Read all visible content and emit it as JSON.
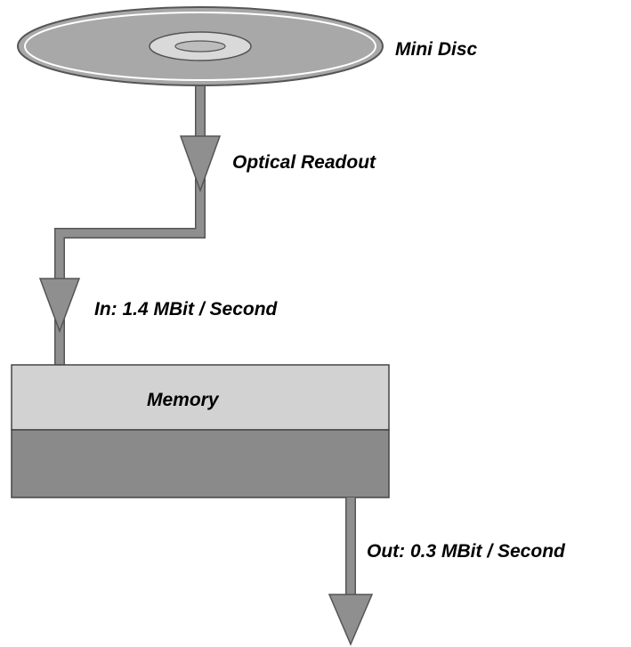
{
  "labels": {
    "disc": "Mini Disc",
    "readout": "Optical Readout",
    "input_rate": "In: 1.4 MBit / Second",
    "memory": "Memory",
    "output_rate": "Out: 0.3 MBit / Second"
  },
  "colors": {
    "background": "#ffffff",
    "disc_fill": "#a8a8a8",
    "disc_outline": "#555555",
    "hub_fill": "#d9d9d9",
    "flow_gray": "#8f8f8f",
    "memory_top": "#d2d2d2",
    "memory_bottom": "#8a8a8a",
    "outline": "#444444"
  }
}
